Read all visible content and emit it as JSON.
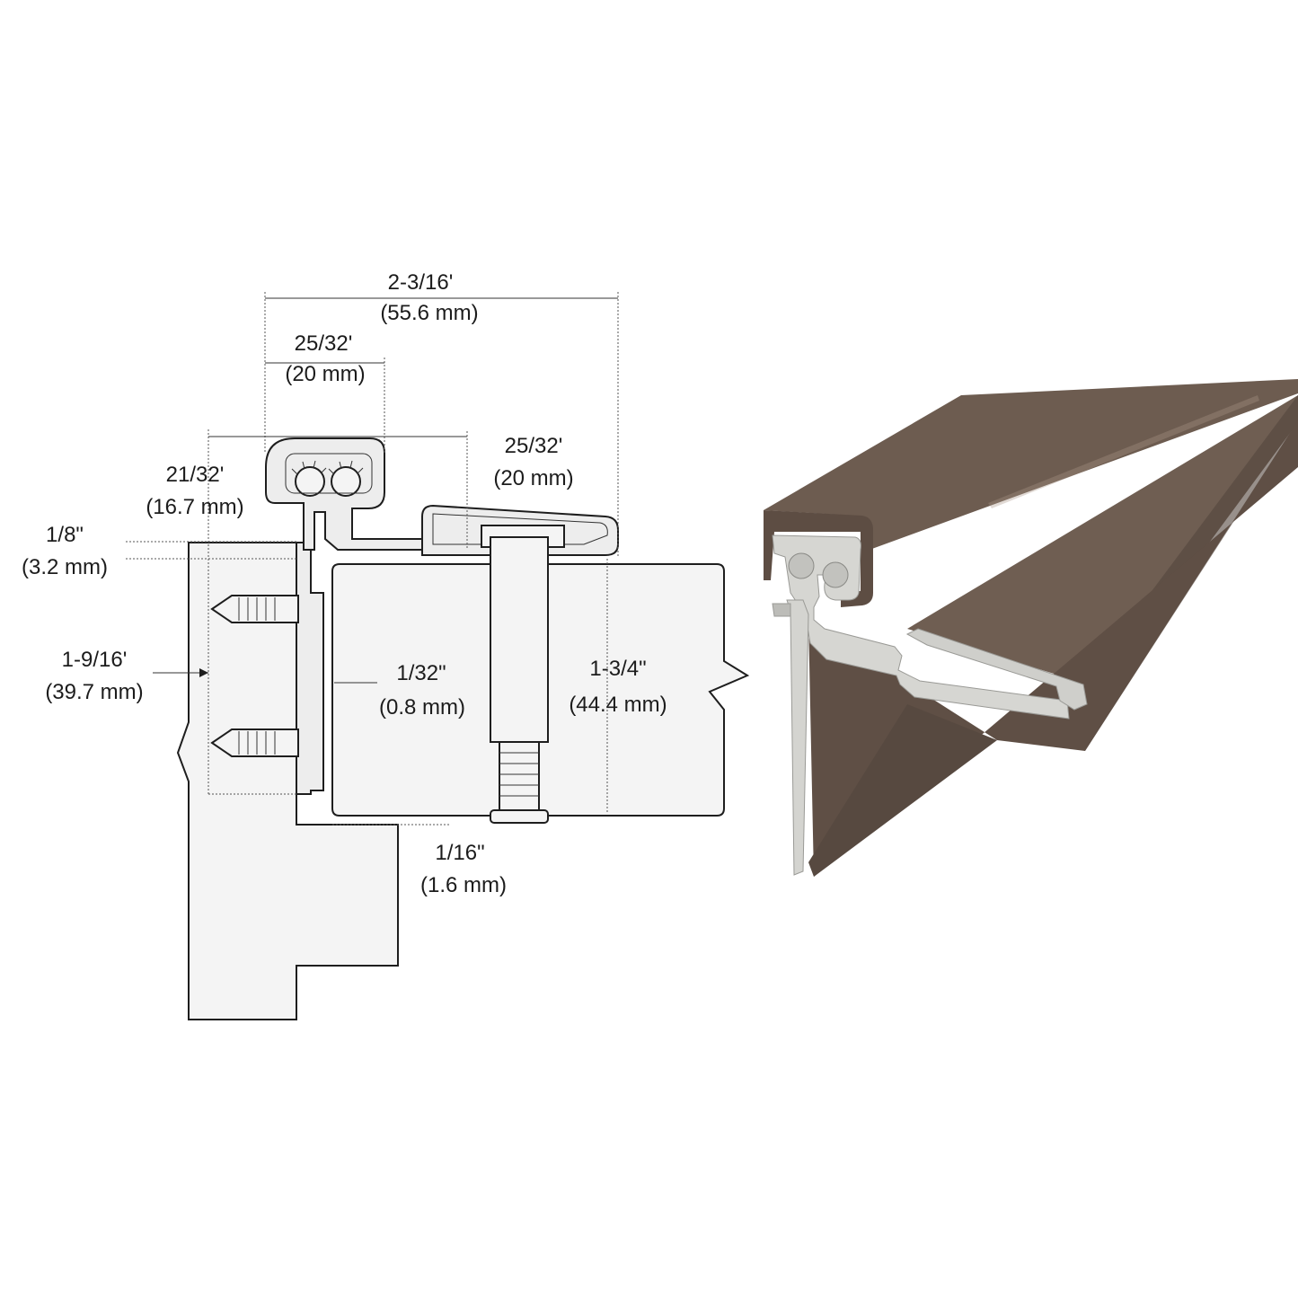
{
  "drawing": {
    "dimensions": [
      {
        "id": "overall-width",
        "inch": "2-3/16'",
        "mm": "(55.6 mm)"
      },
      {
        "id": "leaf-width-top",
        "inch": "25/32'",
        "mm": "(20 mm)"
      },
      {
        "id": "frame-offset",
        "inch": "21/32'",
        "mm": "(16.7 mm)"
      },
      {
        "id": "door-leaf-width",
        "inch": "25/32'",
        "mm": "(20 mm)"
      },
      {
        "id": "lip-thickness",
        "inch": "1/8\"",
        "mm": "(3.2 mm)"
      },
      {
        "id": "frame-depth",
        "inch": "1-9/16'",
        "mm": "(39.7 mm)"
      },
      {
        "id": "clearance",
        "inch": "1/32\"",
        "mm": "(0.8 mm)"
      },
      {
        "id": "door-thickness",
        "inch": "1-3/4\"",
        "mm": "(44.4 mm)"
      },
      {
        "id": "bottom-gap",
        "inch": "1/16\"",
        "mm": "(1.6 mm)"
      }
    ]
  },
  "colors": {
    "finish": "#6b5a4e",
    "finish_dark": "#4f4038",
    "finish_light": "#83705f",
    "aluminum": "#d9d9d6",
    "line": "#1e1e1e"
  }
}
